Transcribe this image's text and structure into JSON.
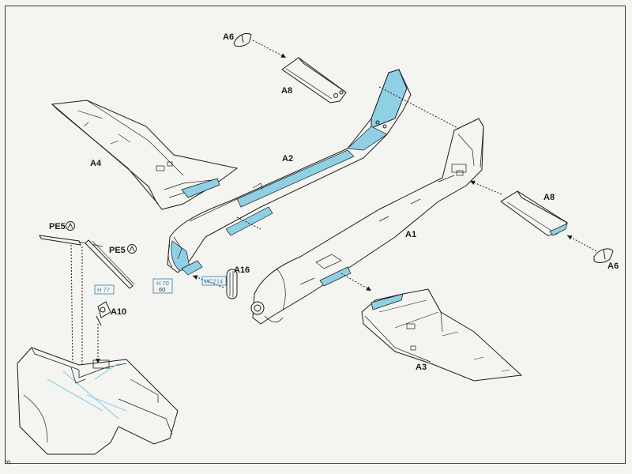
{
  "colors": {
    "line": "#1d1d1d",
    "highlight": "#8fd0e4",
    "paint_box": "#2a7fb8",
    "paper": "#f4f4f1"
  },
  "labels": {
    "a6_top": "A6",
    "a8_top": "A8",
    "a4": "A4",
    "a2": "A2",
    "a8_right": "A8",
    "a1": "A1",
    "a6_right": "A6",
    "pe5_left": "PE5",
    "pe5_right": "PE5",
    "a16": "A16",
    "a10": "A10",
    "a3": "A3"
  },
  "paint_refs": {
    "h70": "H 70",
    "code_60": "60",
    "mc214": "MC214",
    "h77": "H 77"
  },
  "icons": {
    "photo_etch": "photo-etch-icon"
  },
  "page_number": "3"
}
